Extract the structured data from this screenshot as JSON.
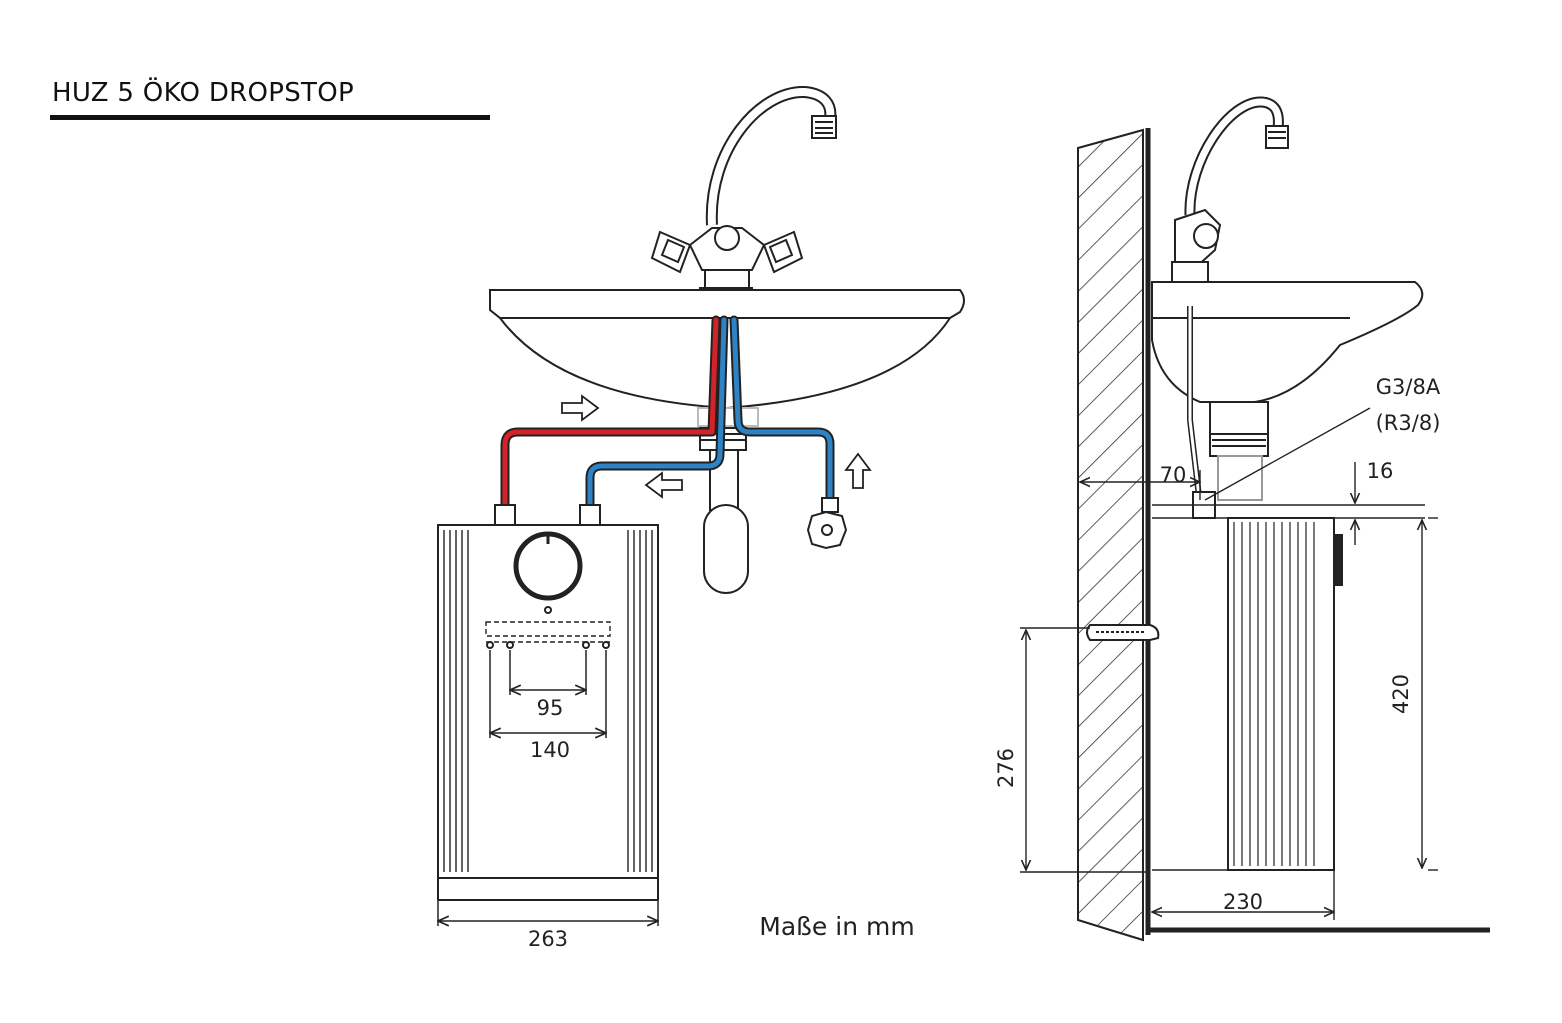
{
  "title": "HUZ 5 ÖKO DROPSTOP",
  "units_note": "Maße in mm",
  "front_view": {
    "dim_mount_inner": "95",
    "dim_mount_outer": "140",
    "dim_width": "263"
  },
  "side_view": {
    "thread_label_1": "G3/8A",
    "thread_label_2": "(R3/8)",
    "dim_wall_offset": "70",
    "dim_gap": "16",
    "dim_height": "420",
    "dim_mount_height": "276",
    "dim_depth": "230"
  },
  "colors": {
    "hot_pipe": "#d2232a",
    "cold_pipe": "#2e83c5",
    "line": "#222222"
  }
}
